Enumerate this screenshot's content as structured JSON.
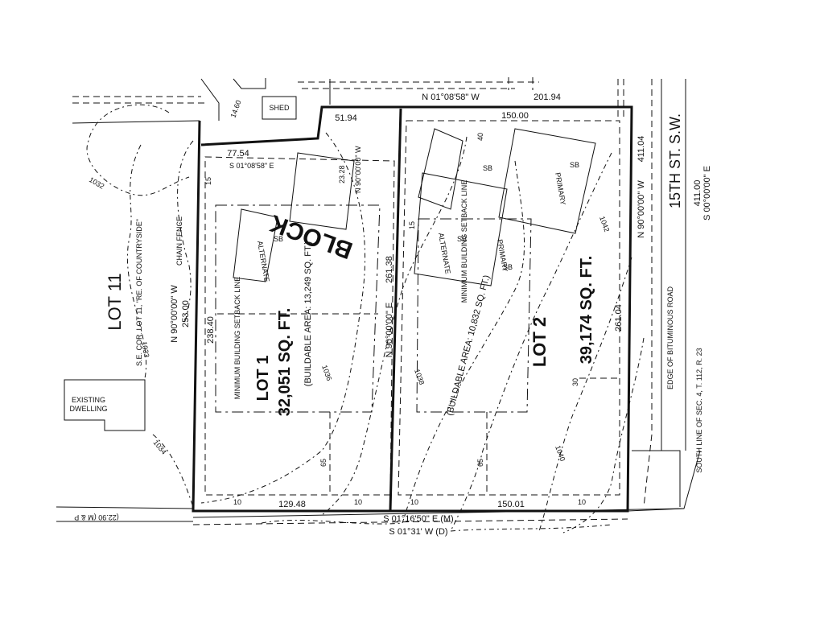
{
  "plat": {
    "block_label": "BLOCK",
    "lot11_label": "LOT 11",
    "lot11_corner": "S.E. COR. LOT 11, \"RE. OF COUNTRYSIDE\"",
    "shed_label": "SHED",
    "existing_dwelling": [
      "EXISTING",
      "DWELLING"
    ],
    "chain_fence": "CHAIN FENCE",
    "street_label": "15TH ST. S.W.",
    "street_bearing": "S 00°00'00\" E",
    "street_distance": "411.00",
    "road_label": "EDGE OF BITUMINOUS ROAD",
    "section_line": "SOUTH LINE OF SEC. 4, T. 112, R. 23",
    "lot1": {
      "name": "LOT 1",
      "area": "32,051 SQ. FT.",
      "buildable": "(BUILDABLE AREA: 13,249 SQ. FT.)",
      "setback": "MINIMUM BUILDING SETBACK LINE"
    },
    "lot2": {
      "name": "LOT 2",
      "area": "39,174 SQ. FT.",
      "buildable": "(BUILDABLE AREA: 10,832 SQ. FT.)",
      "setback": "MINIMUM BUILDING SETBACK LINE"
    },
    "dims": {
      "top_bearing": "N 01°08'58\" W",
      "top_dist": "201.94",
      "d5194": "51.94",
      "d15000": "150.00",
      "d7754": "77.54",
      "d1460": "14.60",
      "inner_bearing": "S 01°08'58\" E",
      "inner_n90": "N 90°00'00\" W",
      "d2328": "23.28",
      "west_bearing": "N 90°00'00\" W",
      "west_dist": "253.00",
      "west_inner": "238.40",
      "mid_bearing": "N 90°00'00\" E",
      "mid_dist": "261.38",
      "east_bearing": "N 90°00'00\" W",
      "east_dist": "411.04",
      "east_inner": "261.04",
      "bottom_129": "129.48",
      "bottom_150": "150.01",
      "bottom_bearing_m": "S 01°16'50\" E (M)",
      "bottom_bearing_d": "S 01°31' W (D)",
      "bottom_left": "(22.90 (M & P",
      "setback_10": "10",
      "setback_65": "65",
      "setback_15": "15",
      "setback_40": "40",
      "setback_30": "30"
    },
    "contours": [
      "1032",
      "1033",
      "1034",
      "1036",
      "1038",
      "1040",
      "1042"
    ],
    "drainfield": [
      "PRIMARY",
      "ALTERNATE",
      "SB",
      "SB",
      "SB",
      "PRIMARY",
      "ALTERNATE",
      "SB",
      "SB"
    ]
  }
}
